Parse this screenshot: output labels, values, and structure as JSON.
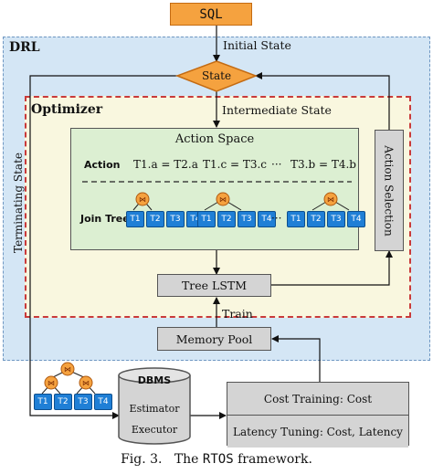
{
  "sql_label": "SQL",
  "drl_label": "DRL",
  "initial_state_label": "Initial State",
  "state_label": "State",
  "optimizer_label": "Optimizer",
  "intermediate_state_label": "Intermediate State",
  "action_space": {
    "title": "Action Space",
    "action_label": "Action",
    "actions": [
      "T1.a = T2.a",
      "T1.c = T3.c",
      "T3.b = T4.b"
    ],
    "ellipsis": "···",
    "join_tree_label": "Join Tree",
    "trees": [
      {
        "tables": [
          "T1",
          "T2",
          "T3",
          "T4"
        ]
      },
      {
        "tables": [
          "T1",
          "T2",
          "T3",
          "T4"
        ]
      },
      {
        "tables": [
          "T1",
          "T2",
          "T3",
          "T4"
        ]
      }
    ]
  },
  "action_selection_label": "Action Selection",
  "tree_lstm_label": "Tree LSTM",
  "train_label": "Train",
  "memory_pool_label": "Memory Pool",
  "terminating_state_label": "Terminating State",
  "final_tree_tables": [
    "T1",
    "T2",
    "T3",
    "T4"
  ],
  "dbms": {
    "title": "DBMS",
    "estimator": "Estimator",
    "executor": "Executor"
  },
  "cost_training_label": "Cost Training: Cost",
  "latency_tuning_label": "Latency Tuning: Cost, Latency",
  "caption": {
    "prefix": "Fig. 3.   The ",
    "name": "RTOS",
    "suffix": " framework."
  },
  "colors": {
    "sql_orange": "#f5a23f",
    "drl_blue": "#d4e6f5",
    "optimizer_yellow": "#f9f7df",
    "optimizer_border_red": "#c93a3a",
    "action_space_green": "#dcefd2",
    "table_blue": "#1f7fd6",
    "join_node_orange": "#f5a23f",
    "box_gray": "#d4d4d4"
  }
}
